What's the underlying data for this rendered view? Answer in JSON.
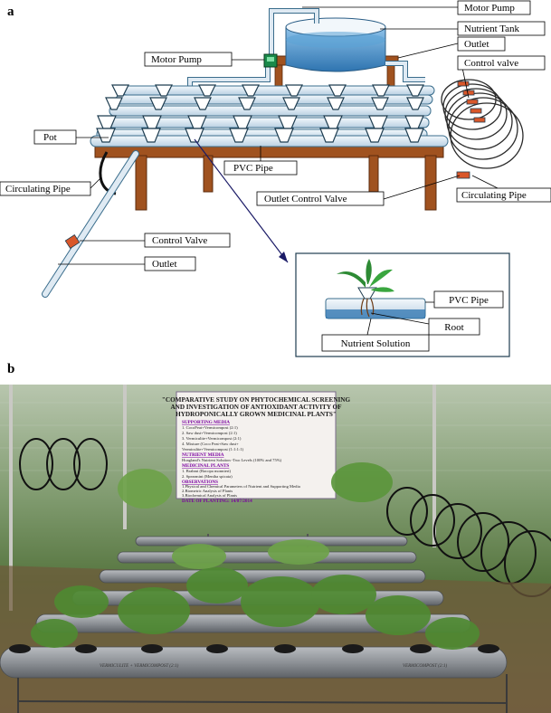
{
  "panels": {
    "a": "a",
    "b": "b"
  },
  "labels": {
    "motor_pump_top": "Motor Pump",
    "nutrient_tank": "Nutrient Tank",
    "outlet_top": "Outlet",
    "control_valve_top": "Control valve",
    "motor_pump_left": "Motor Pump",
    "pot": "Pot",
    "pvc_pipe": "PVC Pipe",
    "circulating_pipe_left": "Circulating Pipe",
    "outlet_control_valve": "Outlet Control Valve",
    "circulating_pipe_right": "Circulating Pipe",
    "control_valve_bottom": "Control Valve",
    "outlet_bottom": "Outlet",
    "inset_pvc_pipe": "PVC Pipe",
    "inset_root": "Root",
    "inset_nutrient_solution": "Nutrient Solution"
  },
  "sign": {
    "title_lines": [
      "\"COMPARATIVE STUDY ON PHYTOCHEMICAL SCREENING",
      "AND INVESTIGATION OF ANTIOXIDANT ACTIVITY OF",
      "HYDROPONICALLY GROWN MEDICINAL PLANTS\""
    ],
    "supporting_media_head": "SUPPORTING MEDIA",
    "supporting_media": [
      "1. CocoPeat+Vermicompost (2:1)",
      "2. Saw dust+Vermicompost (2:1)",
      "3. Vermiculite+Vermicompost (2:1)",
      "4. Mixture (Coco Peat+Saw dust+",
      "Vermiculite+Vermicompost (1:1:1:1)"
    ],
    "nutrient_media_head": "NUTRIENT MEDIA",
    "nutrient_media": [
      "Hoagland's Nutrient Solution -Two Levels (100% and 75%)"
    ],
    "medicinal_plants_head": "MEDICINAL PLANTS",
    "medicinal_plants": [
      "1. Brahmi (Bacopa monnieri)",
      "2. Spearmint (Mentha spicata)"
    ],
    "observations_head": "OBSERVATIONS",
    "observations": [
      "1.Physical and Chemical Parameters of Nutrient and Supporting Media",
      "2.Biometric Analysis of Plants",
      "3.Biochemical Analysis of Plants"
    ],
    "date_line": "DATE OF PLANTING: 14/07/2014"
  },
  "pipe_writing": {
    "left": "VERMICULITE + VERMICOMPOST (2:1)",
    "right": "VERMICOMPOST (2:1)"
  },
  "colors": {
    "pipe": "#dfeaf3",
    "pipe_edge": "#3a6d8c",
    "wood": "#a0521f",
    "water": "#3f8ac4",
    "pot": "#1f3d50",
    "photo_bg": "#6f8a63"
  }
}
